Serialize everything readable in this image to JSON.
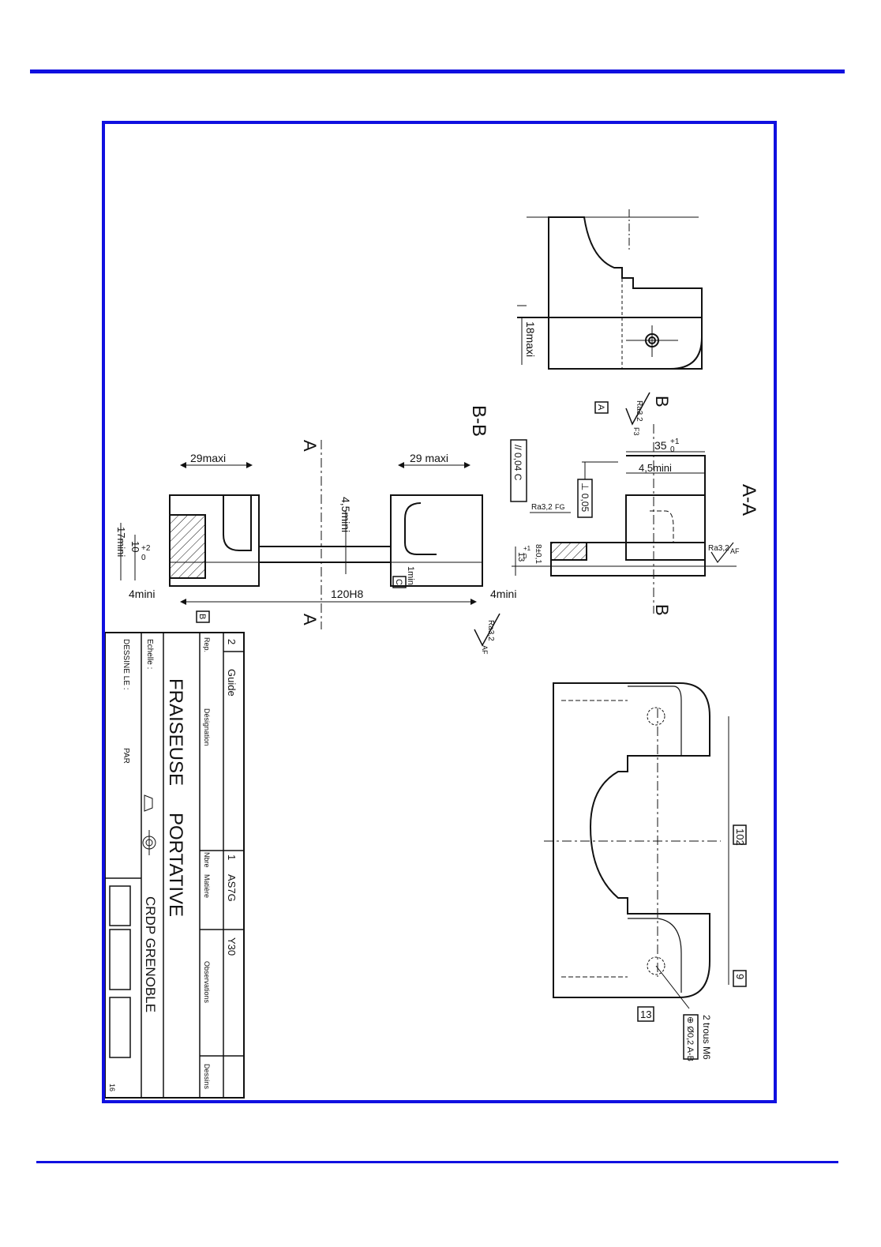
{
  "page": {
    "accent_color": "#1010e0",
    "ink_color": "#111111"
  },
  "drawing": {
    "view_labels": {
      "section_bb": "B-B",
      "section_aa": "A-A",
      "cut_a_top": "A",
      "cut_a_bottom": "A",
      "cut_b_top": "B",
      "cut_b_bottom": "B"
    },
    "dimensions": {
      "d_29maxi_left": "29maxi",
      "d_29maxi_right": "29 maxi",
      "d_45mini_bb": "4,5mini",
      "d_17mini": "17mini",
      "d_10": "10",
      "d_10_tol": "+2",
      "d_10_tol_lo": "0",
      "d_4mini_left": "4mini",
      "d_4mini_right": "4mini",
      "d_120h8": "120H8",
      "d_1mini": "1mini",
      "d_18maxi": "18maxi",
      "d_35": "35",
      "d_35_tol": "+1",
      "d_35_tol_lo": "0",
      "d_45mini_aa": "4,5mini",
      "d_13": "13",
      "d_13_tol": "+1",
      "d_13_tol_lo": "0",
      "d_8": "8±0,1",
      "d_102": "102",
      "d_9": "9",
      "d_13_box": "13",
      "d_holes": "2 trous M6",
      "d_position_tol": "⊕ Ø0,2 A-B"
    },
    "datums": {
      "datum_a": "A",
      "datum_b": "B",
      "datum_c": "C"
    },
    "roughness": {
      "ra_left": "Ra3,2",
      "ra_left_proc": "AF",
      "ra_fg": "Ra3,2",
      "ra_fg_proc": "FG",
      "ra_af": "Ra3,2",
      "ra_af_proc": "AF",
      "ra_top": "Ra3,2",
      "ra_top_proc": "F3"
    },
    "tolerances": {
      "parallelism": "// 0,04 C",
      "perpendicularity": "⊥ 0,05"
    }
  },
  "title_block": {
    "title_line1": "FRAISEUSE",
    "title_line2": "PORTATIVE",
    "organization": "CRDP GRENOBLE",
    "scale_label": "Echelle :",
    "drawn_label": "DESSINE LE :",
    "par_label": "PAR",
    "sheet_number": "16",
    "headers": {
      "rep": "Rep.",
      "designation": "Désignation",
      "nbre": "Nbre",
      "matiere": "Matière",
      "observations": "Observations",
      "dessins": "Dessins"
    },
    "row": {
      "rep": "2",
      "designation": "Guide",
      "nbre": "1",
      "matiere": "AS7G",
      "observations": "Y30"
    }
  }
}
